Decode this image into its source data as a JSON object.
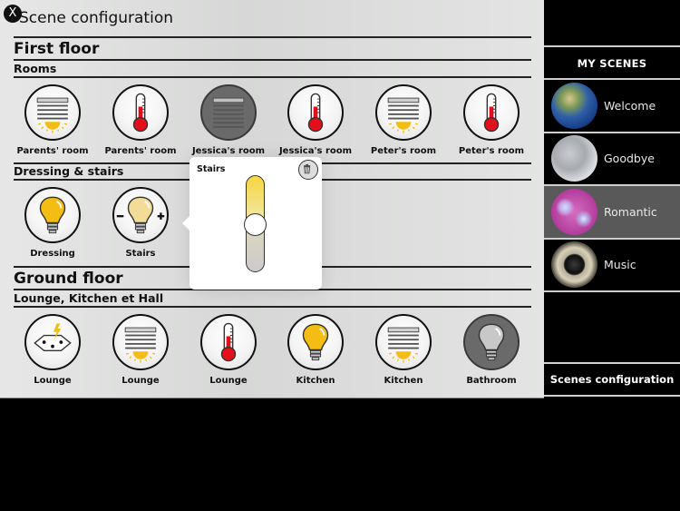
{
  "header": {
    "close_label": "X",
    "title": "Scene configuration"
  },
  "floors": [
    {
      "name": "First floor",
      "groups": [
        {
          "name": "Rooms",
          "devices": [
            {
              "label": "Parents' room",
              "icon": "blind-sun-icon",
              "state": "on"
            },
            {
              "label": "Parents' room",
              "icon": "thermometer-icon",
              "state": "on"
            },
            {
              "label": "Jessica's room",
              "icon": "blind-icon",
              "state": "off"
            },
            {
              "label": "Jessica's room",
              "icon": "thermometer-icon",
              "state": "on"
            },
            {
              "label": "Peter's room",
              "icon": "blind-sun-icon",
              "state": "on"
            },
            {
              "label": "Peter's room",
              "icon": "thermometer-icon",
              "state": "on"
            }
          ]
        },
        {
          "name": "Dressing & stairs",
          "devices": [
            {
              "label": "Dressing",
              "icon": "bulb-icon",
              "state": "on"
            },
            {
              "label": "Stairs",
              "icon": "dimmer-bulb-icon",
              "state": "dimmed"
            }
          ]
        }
      ]
    },
    {
      "name": "Ground floor",
      "groups": [
        {
          "name": "Lounge, Kitchen et Hall",
          "devices": [
            {
              "label": "Lounge",
              "icon": "power-outlet-icon",
              "state": "on"
            },
            {
              "label": "Lounge",
              "icon": "blind-sun-icon",
              "state": "on"
            },
            {
              "label": "Lounge",
              "icon": "thermometer-icon",
              "state": "on"
            },
            {
              "label": "Kitchen",
              "icon": "bulb-icon",
              "state": "on"
            },
            {
              "label": "Kitchen",
              "icon": "blind-sun-icon",
              "state": "on"
            },
            {
              "label": "Bathroom",
              "icon": "bulb-icon",
              "state": "off"
            }
          ]
        }
      ]
    }
  ],
  "popup": {
    "title": "Stairs",
    "slider_value_pct": 50,
    "delete_icon": "trash-icon"
  },
  "sidebar": {
    "header": "MY SCENES",
    "scenes": [
      {
        "name": "Welcome",
        "thumb": "earth",
        "active": false
      },
      {
        "name": "Goodbye",
        "thumb": "moon",
        "active": false
      },
      {
        "name": "Romantic",
        "thumb": "bokeh-pink",
        "active": true
      },
      {
        "name": "Music",
        "thumb": "speaker",
        "active": false
      }
    ],
    "config_label": "Scenes configuration"
  },
  "colors": {
    "panel_bg": "#e0e1e0",
    "sidebar_bg": "#000000",
    "active_scene": "#595959",
    "bulb_yellow": "#f3bd13",
    "thermo_red": "#e3101b"
  }
}
